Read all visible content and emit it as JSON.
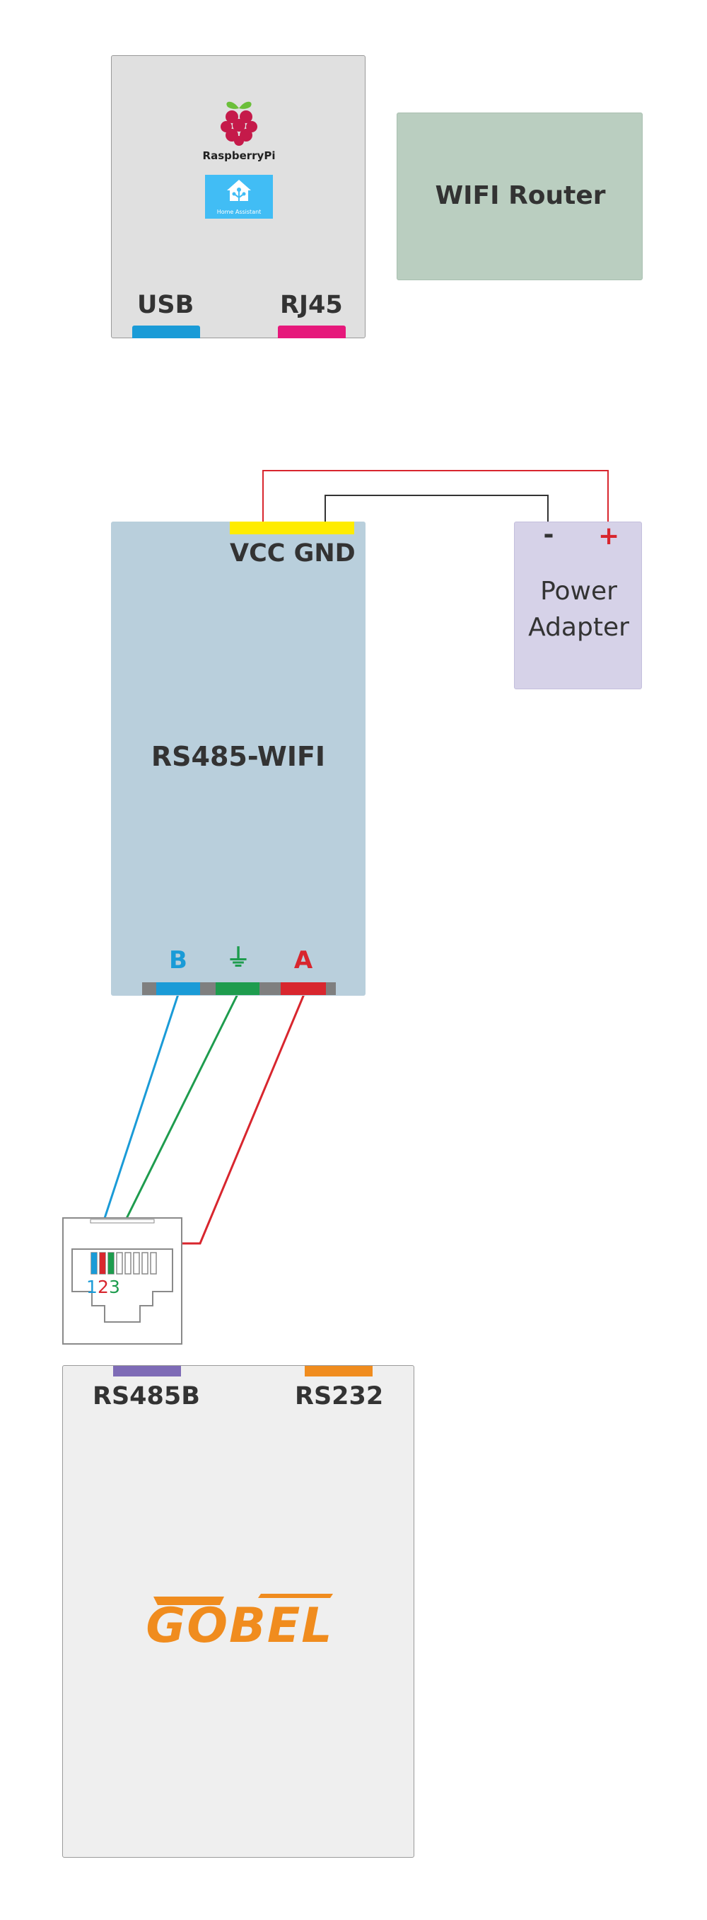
{
  "raspberry_pi": {
    "brand_label": "RaspberryPi",
    "ha_label": "Home Assistant",
    "usb_label": "USB",
    "rj45_label": "RJ45",
    "raspberry_icon": "raspberry-icon",
    "ha_icon": "home-assistant-icon"
  },
  "router": {
    "label": "WIFI Router"
  },
  "rs485_wifi": {
    "label": "RS485-WIFI",
    "vcc_gnd_label": "VCC GND",
    "b_label": "B",
    "ground_symbol": "⏚",
    "a_label": "A"
  },
  "power_adapter": {
    "minus_label": "-",
    "plus_label": "+",
    "label_line1": "Power",
    "label_line2": "Adapter"
  },
  "rj_connector": {
    "pin1": "1",
    "pin2": "2",
    "pin3": "3"
  },
  "gobel_device": {
    "rs485b_label": "RS485B",
    "rs232_label": "RS232",
    "logo_text": "GOBEL"
  },
  "colors": {
    "blue": "#1a9bd7",
    "green": "#1e9c4e",
    "red": "#d8262e",
    "magenta": "#e6187b",
    "yellow": "#ffec00",
    "purple": "#7e6bb6",
    "orange": "#f08c1e",
    "router_bg": "#bacec0",
    "rs485_bg": "#b9cfdc",
    "adapter_bg": "#d6d2e8",
    "pi_bg": "#e0e0e0",
    "gobel_bg": "#efefef"
  }
}
